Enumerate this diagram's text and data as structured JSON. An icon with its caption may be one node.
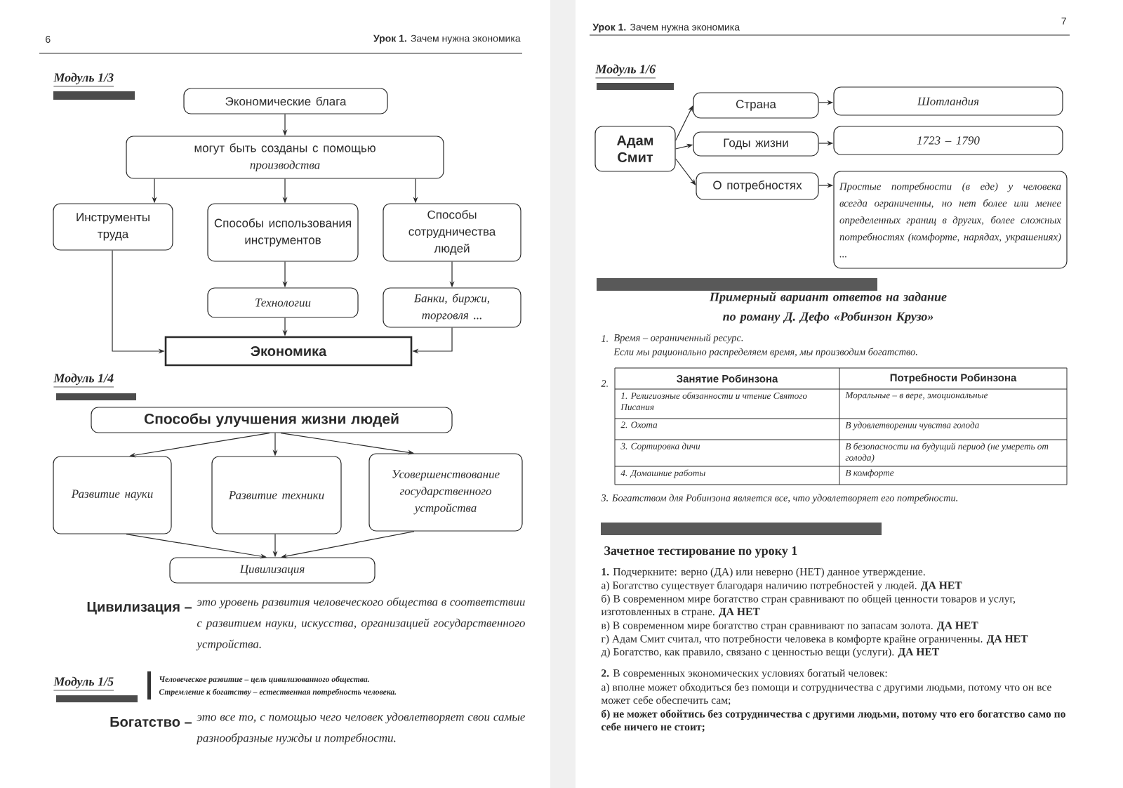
{
  "diagram": {
    "nodes": [
      {
        "text": [
          "Экономические блага"
        ]
      },
      {
        "text": [
          "могут быть созданы с помощью",
          "производства"
        ]
      },
      {
        "text": [
          "Инструменты труда"
        ]
      },
      {
        "text": [
          "Способы использования инструментов"
        ]
      },
      {
        "text": [
          "Способы сотрудничества людей"
        ]
      },
      {
        "text": [
          "Технологии"
        ]
      },
      {
        "text": [
          "Банки, биржи, торговля ..."
        ]
      },
      {
        "text": [
          "Экономика"
        ]
      },
      {
        "text": [
          "Способы улучшения жизни людей"
        ]
      },
      {
        "text": [
          "Развитие науки"
        ]
      },
      {
        "text": [
          "Развитие техники"
        ]
      },
      {
        "text": [
          "Усовершенствование государственного устройства"
        ]
      },
      {
        "text": [
          "Цивилизация"
        ]
      },
      {
        "text": [
          "Адам Смит"
        ]
      },
      {
        "text": [
          "Страна"
        ]
      },
      {
        "text": [
          "Годы жизни"
        ]
      },
      {
        "text": [
          "О потребностях"
        ]
      },
      {
        "text": [
          "Шотландия"
        ]
      },
      {
        "text": [
          "1723 – 1790"
        ]
      },
      {
        "text": [
          "Простые потребности (в еде) у человека всегда ограниченны, но нет более или менее определенных границ в других, более сложных потребностях (комфорте, нарядах, украшениях) ..."
        ]
      }
    ],
    "edges": [
      {
        "from": 0,
        "to": 1,
        "arrow": "to"
      },
      {
        "from": 1,
        "to": 2,
        "arrow": "to"
      },
      {
        "from": 1,
        "to": 3,
        "arrow": "to"
      },
      {
        "from": 1,
        "to": 4,
        "arrow": "to"
      },
      {
        "from": 3,
        "to": 5,
        "arrow": "to"
      },
      {
        "from": 4,
        "to": 6,
        "arrow": "to"
      },
      {
        "from": 2,
        "to": 7,
        "arrow": "to"
      },
      {
        "from": 5,
        "to": 7,
        "arrow": "to"
      },
      {
        "from": 6,
        "to": 7,
        "arrow": "to"
      },
      {
        "from": 8,
        "to": 9,
        "arrow": "to"
      },
      {
        "from": 8,
        "to": 10,
        "arrow": "to"
      },
      {
        "from": 8,
        "to": 11,
        "arrow": "to"
      },
      {
        "from": 9,
        "to": 12,
        "arrow": "to"
      },
      {
        "from": 10,
        "to": 12,
        "arrow": "to"
      },
      {
        "from": 11,
        "to": 12,
        "arrow": "to"
      },
      {
        "from": 13,
        "to": 14,
        "arrow": "to"
      },
      {
        "from": 13,
        "to": 15,
        "arrow": "to"
      },
      {
        "from": 13,
        "to": 16,
        "arrow": "to"
      },
      {
        "from": 14,
        "to": 17,
        "arrow": "to"
      },
      {
        "from": 15,
        "to": 18,
        "arrow": "to"
      },
      {
        "from": 16,
        "to": 19,
        "arrow": "to"
      }
    ],
    "labels": [
      "6",
      "**Урок 1.** Зачем нужна экономика",
      "Модуль 1/3",
      "Модуль 1/4",
      "Цивилизация –",
      "это уровень развития человеческого общества в соответствии с развитием науки, искусства, организацией государственного устройства.",
      "Модуль 1/5",
      "Человеческое развитие – цель цивилизованного общества.",
      "Стремление к богатству – естественная потребность человека.",
      "Богатство –",
      "это все то, с помощью чего человек удовлетворяет свои самые разнообразные нужды и потребности.",
      "**Урок 1.** Зачем нужна экономика",
      "7",
      "Модуль 1/6",
      "Примерный вариант ответов на задание по роману Д. Дефо «Робинзон Крузо»",
      "1.",
      "Время – ограниченный ресурс.",
      "Если мы рационально распределяем время, мы производим богатство.",
      "2.",
      "Занятие Робинзона",
      "Потребности Робинзона",
      "1. Религиозные обязанности и чтение Святого Писания",
      "Моральные – в вере, эмоциональные",
      "2. Охота",
      "В удовлетворении чувства голода",
      "3. Сортировка дичи",
      "В безопасности на будущий период (не умереть от голода)",
      "4. Домашние работы",
      "В комфорте",
      "3. Богатством для Робинзона является все, что удовлетворяет его потребности.",
      "Зачетное тестирование по уроку 1",
      "**1.** Подчеркните: верно (ДА) или неверно (НЕТ) данное утверждение.",
      "а) Богатство существует благодаря наличию потребностей у людей. **ДА НЕТ**",
      "б) В современном мире богатство стран сравнивают по общей ценности товаров и услуг, изготовленных в стране. **ДА НЕТ**",
      "в) В современном мире богатство стран сравнивают по запасам золота. **ДА НЕТ**",
      "г) Адам Смит считал, что потребности человека в комфорте крайне ограниченны. **ДА НЕТ**",
      "д) Богатство, как правило, связано с ценностью вещи (услуги). **ДА НЕТ**",
      "**2.** В современных экономических условиях богатый человек:",
      "а) вполне может обходиться без помощи и сотрудничества с другими людьми, потому что он все может себе обеспечить сам;",
      "б) не может обойтись без сотрудничества с другими людьми, потому что его богатство само по себе ничего не стоит;"
    ]
  }
}
